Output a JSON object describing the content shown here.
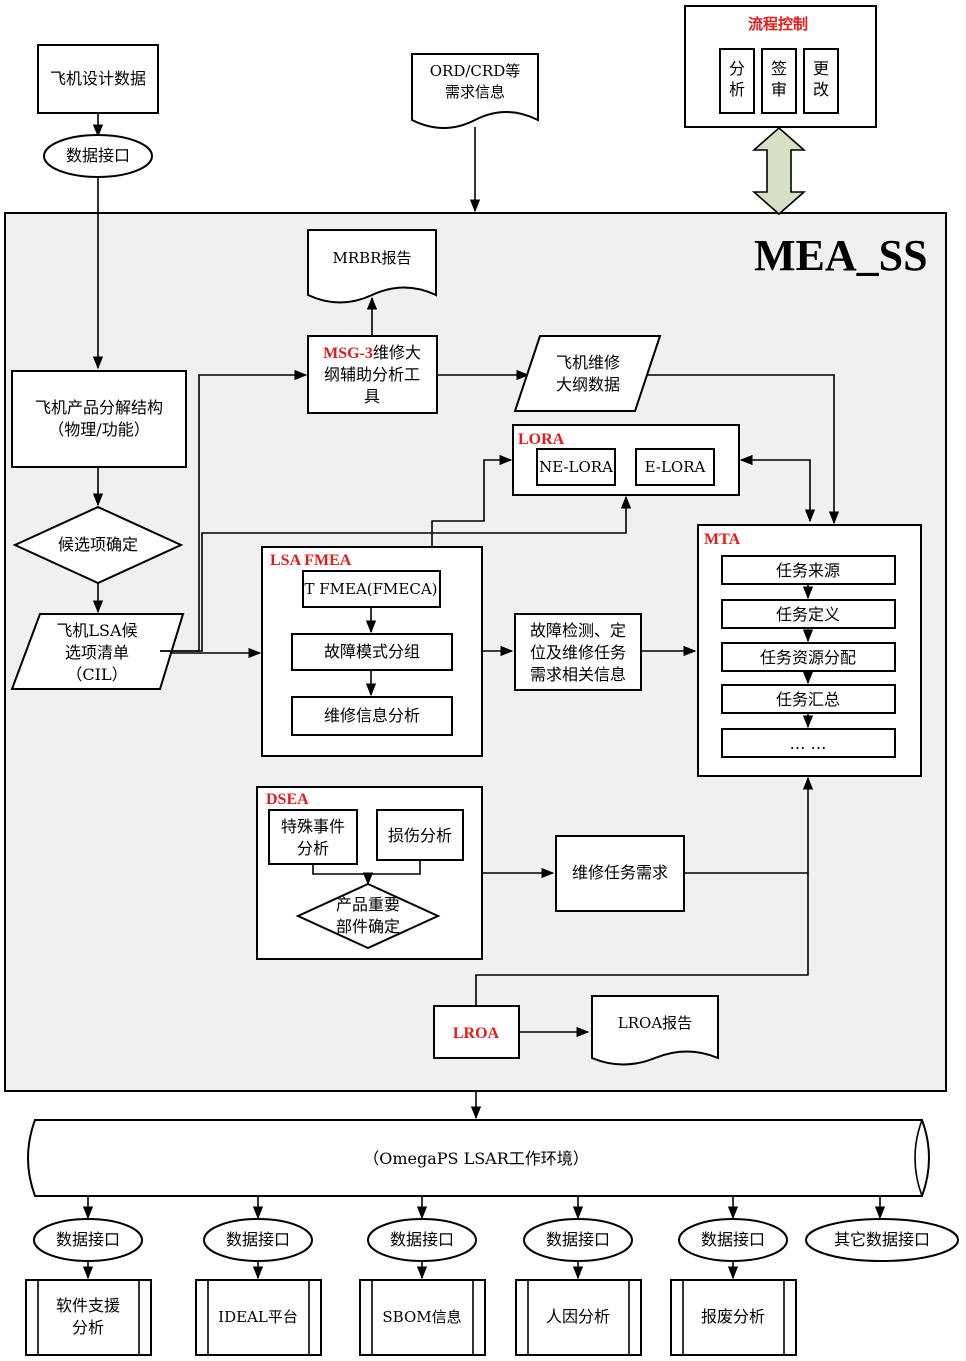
{
  "top": {
    "aircraft_design_data": "飞机设计数据",
    "data_interface": "数据接口",
    "ord_crd_line1": "ORD/CRD等",
    "ord_crd_line2": "需求信息",
    "process_control_title": "流程控制",
    "process_control_items": [
      {
        "line1": "分",
        "line2": "析"
      },
      {
        "line1": "签",
        "line2": "审"
      },
      {
        "line1": "更",
        "line2": "改"
      }
    ]
  },
  "main": {
    "title": "MEA_SS",
    "mrbr_report": "MRBR报告",
    "msg3_red": "MSG-3",
    "msg3_line1": "维修大",
    "msg3_line2": "纲辅助分析工",
    "msg3_line3": "具",
    "mp_data_line1": "飞机维修",
    "mp_data_line2": "大纲数据",
    "pbs_line1": "飞机产品分解结构",
    "pbs_line2": "（物理/功能）",
    "candidate_select": "候选项确定",
    "cil_line1": "飞机LSA候",
    "cil_line2": "选项清单",
    "cil_line3": "（CIL）",
    "lora_title": "LORA",
    "ne_lora": "NE-LORA",
    "e_lora": "E-LORA",
    "lsa_fmea_title": "LSA FMEA",
    "fmea_item1": "T FMEA(FMECA)",
    "fmea_item2": "故障模式分组",
    "fmea_item3": "维修信息分析",
    "fault_info_line1": "故障检测、定",
    "fault_info_line2": "位及维修任务",
    "fault_info_line3": "需求相关信息",
    "mta_title": "MTA",
    "mta_items": [
      "任务来源",
      "任务定义",
      "任务资源分配",
      "任务汇总",
      "… …"
    ],
    "dsea_title": "DSEA",
    "special_event_line1": "特殊事件",
    "special_event_line2": "分析",
    "damage_analysis": "损伤分析",
    "important_parts_line1": "产品重要",
    "important_parts_line2": "部件确定",
    "maint_task_req": "维修任务需求",
    "lroa_title": "LROA",
    "lroa_report": "LROA报告"
  },
  "environment": {
    "label": "（OmegaPS LSAR工作环境）"
  },
  "bottom": {
    "interfaces": [
      "数据接口",
      "数据接口",
      "数据接口",
      "数据接口",
      "数据接口",
      "其它数据接口"
    ],
    "modules": [
      {
        "line1": "软件支援",
        "line2": "分析"
      },
      {
        "line1": "IDEAL平台",
        "line2": ""
      },
      {
        "line1": "SBOM信息",
        "line2": ""
      },
      {
        "line1": "人因分析",
        "line2": ""
      },
      {
        "line1": "报废分析",
        "line2": ""
      }
    ]
  }
}
